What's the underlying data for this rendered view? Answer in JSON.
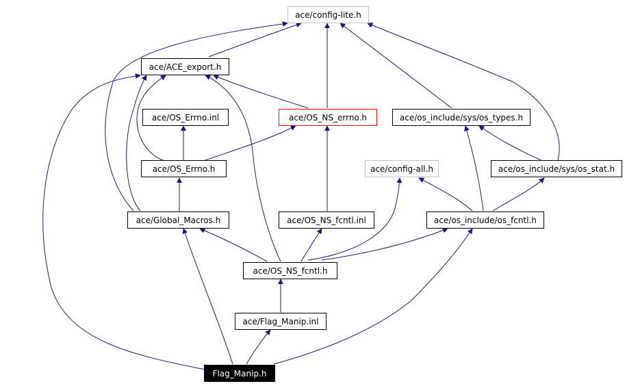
{
  "nodes": {
    "config_lite": "ace/config-lite.h",
    "ace_export": "ace/ACE_export.h",
    "os_errno_inl": "ace/OS_Errno.inl",
    "os_ns_errno": "ace/OS_NS_errno.h",
    "os_types": "ace/os_include/sys/os_types.h",
    "os_errno": "ace/OS_Errno.h",
    "config_all": "ace/config-all.h",
    "os_stat": "ace/os_include/sys/os_stat.h",
    "global_macros": "ace/Global_Macros.h",
    "os_ns_fcntl_inl": "ace/OS_NS_fcntl.inl",
    "os_fcntl": "ace/os_include/os_fcntl.h",
    "os_ns_fcntl": "ace/OS_NS_fcntl.h",
    "flag_manip_inl": "ace/Flag_Manip.inl",
    "flag_manip_h": "Flag_Manip.h"
  },
  "colors": {
    "edge": "#191970",
    "node_border": "#000000",
    "external_border": "#bfbfbf",
    "highlight_border": "#ff0000",
    "focus_fill": "#000000",
    "focus_text": "#ffffff"
  }
}
